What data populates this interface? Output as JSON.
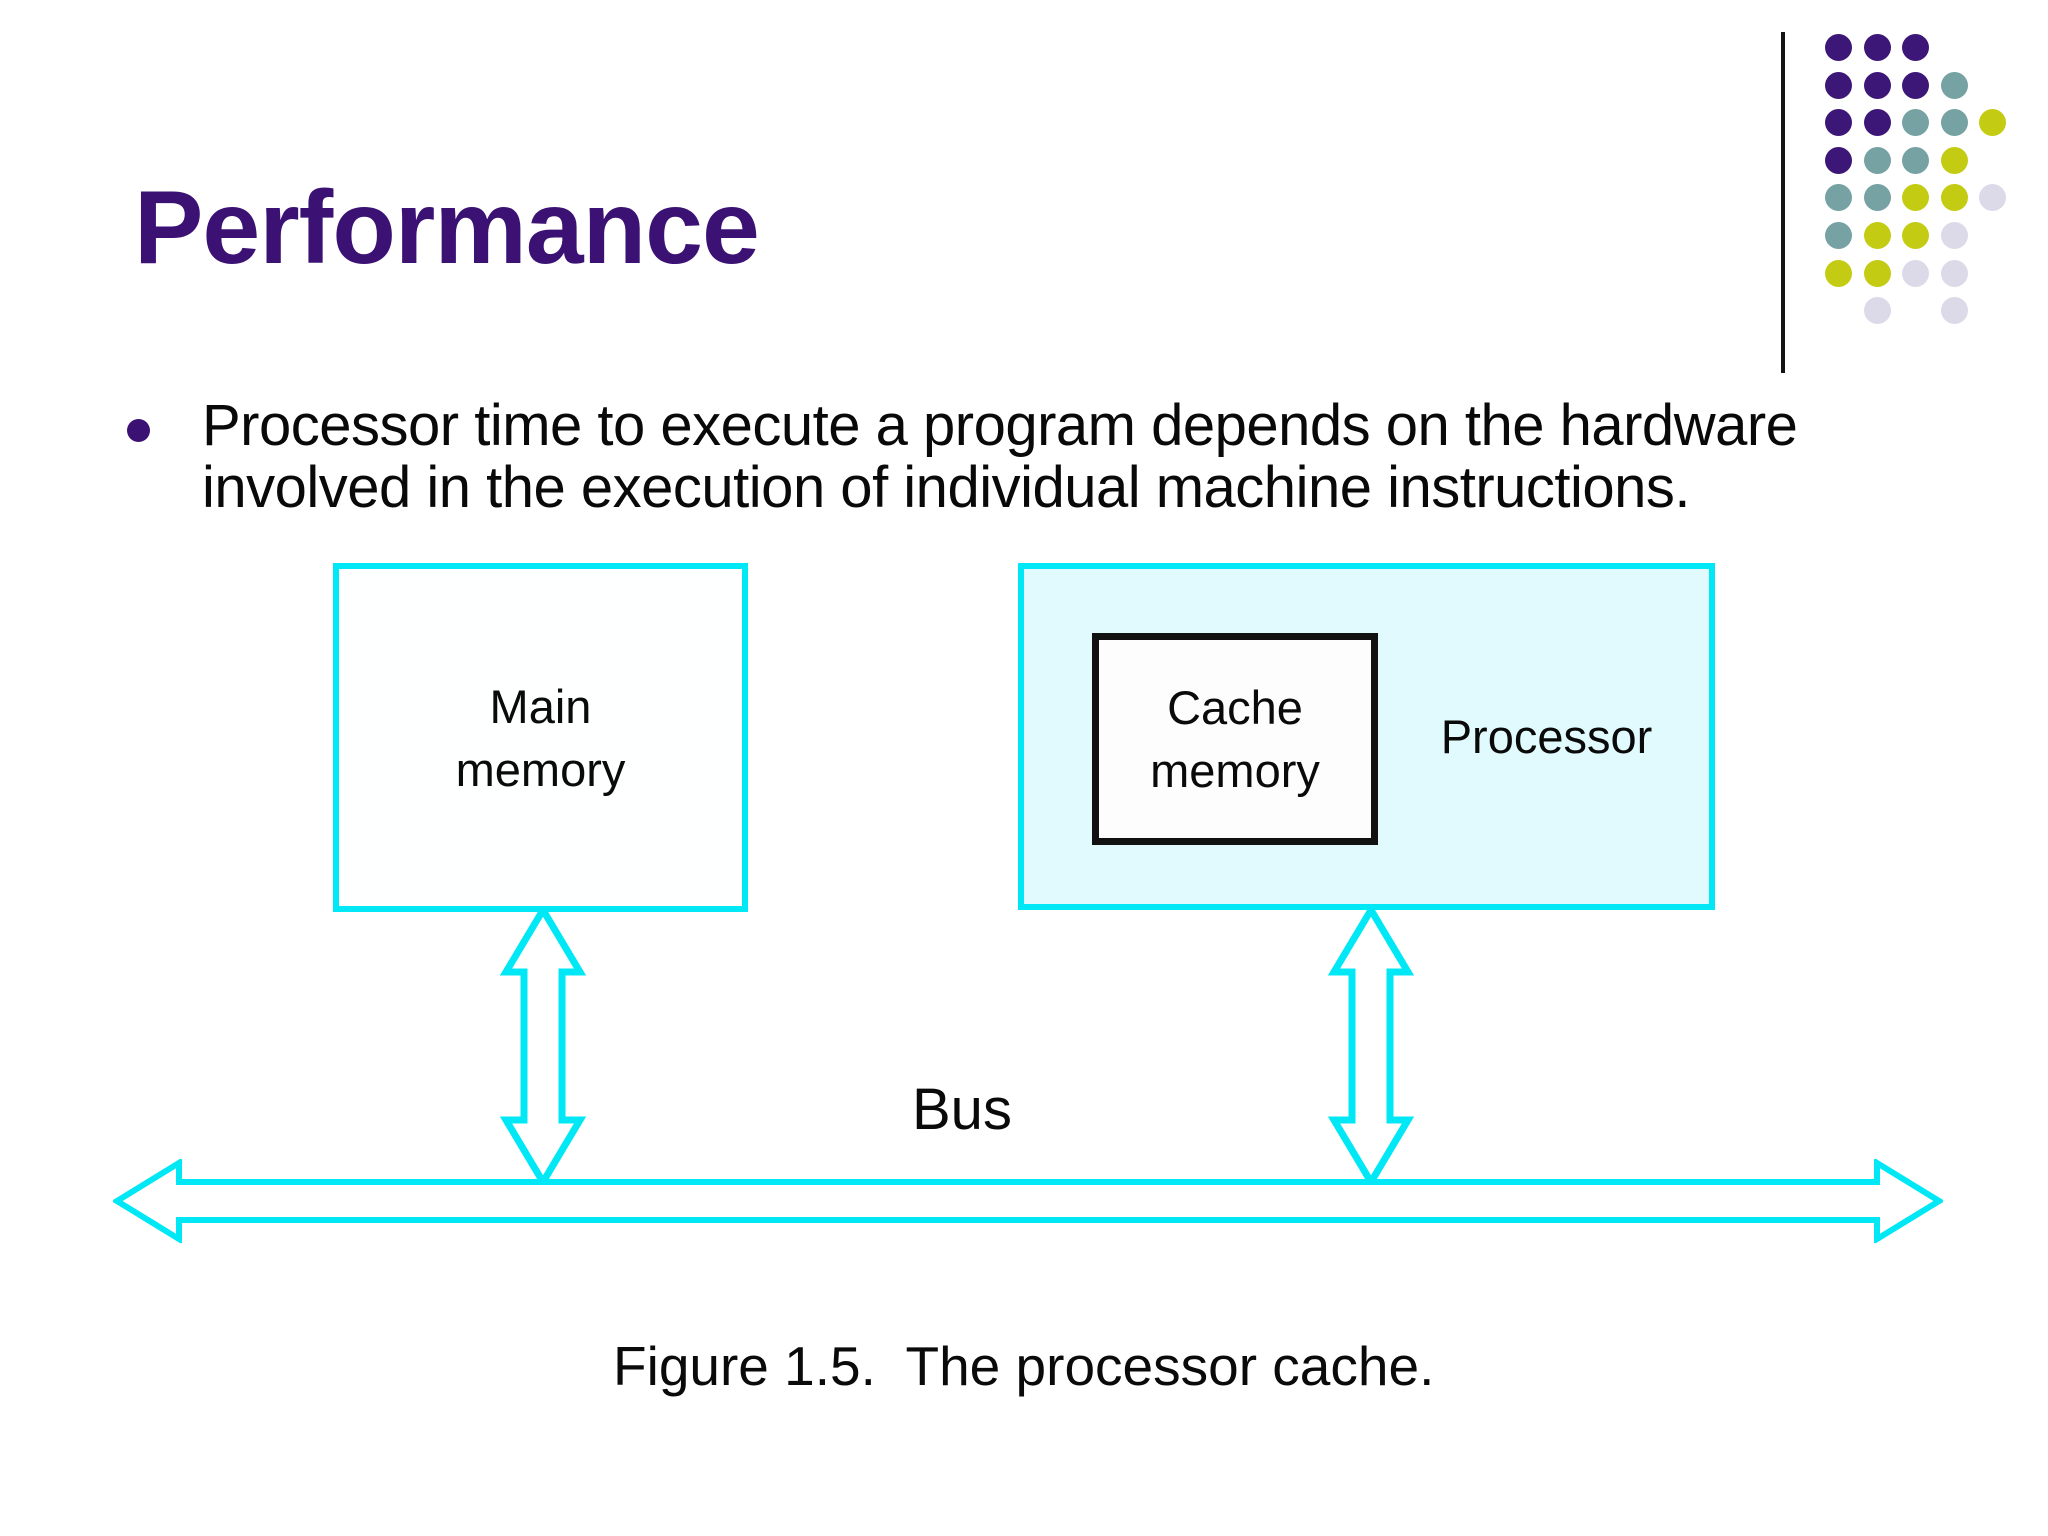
{
  "slide": {
    "title": "Performance",
    "bullet": {
      "lines": [
        "Processor time to execute a program depends on the hardware",
        "involved in the execution of individual machine instructions."
      ]
    },
    "diagram": {
      "main_memory": {
        "line1": "Main",
        "line2": "memory"
      },
      "cache_memory": {
        "line1": "Cache",
        "line2": "memory"
      },
      "processor_label": "Processor",
      "bus_label": "Bus"
    },
    "caption": "Figure 1.5.  The processor cache."
  },
  "colors": {
    "title": "#3B1274",
    "diagram_stroke": "#00E8F6",
    "processor_fill": "#E0FAFD",
    "arrow_fill": "#FFFFFF",
    "text": "#0a0a0a"
  },
  "decor": {
    "palette": {
      "p": "#3D1778",
      "t": "#76A2A3",
      "y": "#C3CC12",
      "l": "#DCDAE9"
    },
    "pattern": [
      [
        "p",
        "p",
        "p",
        null,
        null
      ],
      [
        "p",
        "p",
        "p",
        "t",
        null
      ],
      [
        "p",
        "p",
        "t",
        "t",
        "y"
      ],
      [
        "p",
        "t",
        "t",
        "y",
        null
      ],
      [
        "t",
        "t",
        "y",
        "y",
        "l"
      ],
      [
        "t",
        "y",
        "y",
        "l",
        null
      ],
      [
        "y",
        "y",
        "l",
        "l",
        null
      ],
      [
        null,
        "l",
        null,
        "l",
        null
      ]
    ]
  }
}
